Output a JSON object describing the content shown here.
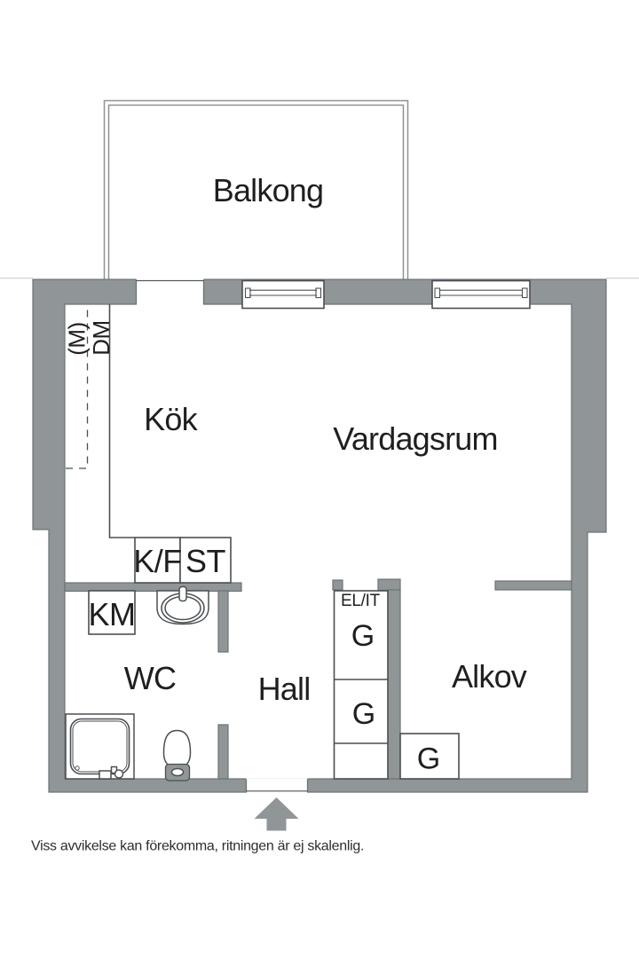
{
  "plan": {
    "rooms": {
      "balcony": "Balkong",
      "kitchen": "Kök",
      "living_room": "Vardagsrum",
      "wc": "WC",
      "hall": "Hall",
      "alcove": "Alkov"
    },
    "labels": {
      "fridge_freezer": "K/F",
      "cleaning_cabinet": "ST",
      "washing_machine": "KM",
      "dishwasher": "DM",
      "microwave": "(M)",
      "el_it_cabinet": "EL/IT",
      "wardrobe_1": "G",
      "wardrobe_2": "G",
      "wardrobe_3": "G"
    },
    "disclaimer": "Viss avvikelse kan förekomma, ritningen är ej skalenlig.",
    "colors": {
      "wall": "#909597",
      "wall_outline": "#6e7376",
      "line": "#4b4f52",
      "balcony_line": "#8f9294",
      "text": "#1f1f1f",
      "background": "#ffffff"
    }
  }
}
